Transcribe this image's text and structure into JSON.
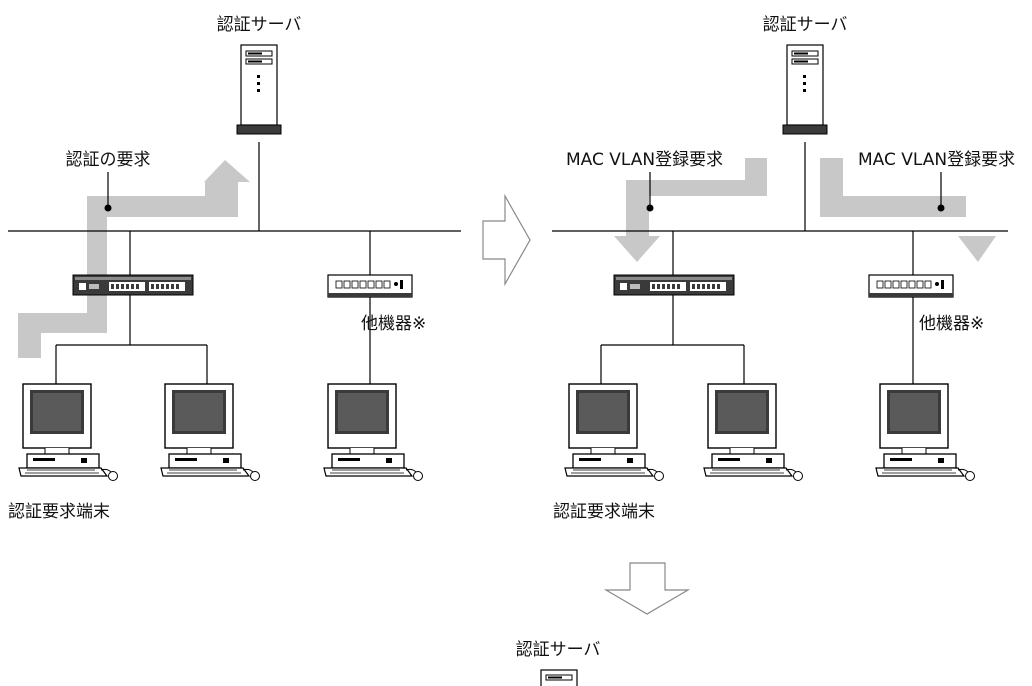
{
  "left_panel": {
    "server_label": "認証サーバ",
    "request_label": "認証の要求",
    "other_device_label": "他機器※",
    "terminal_label": "認証要求端末"
  },
  "right_panel": {
    "server_label": "認証サーバ",
    "mac_vlan_label_left": "MAC VLAN登録要求",
    "mac_vlan_label_right": "MAC VLAN登録要求",
    "other_device_label": "他機器※",
    "terminal_label": "認証要求端末"
  },
  "bottom_panel": {
    "server_label": "認証サーバ"
  },
  "colors": {
    "arrow_fill": "#c8c8c8",
    "line": "#000000",
    "device_dark": "#3a3a3a"
  }
}
